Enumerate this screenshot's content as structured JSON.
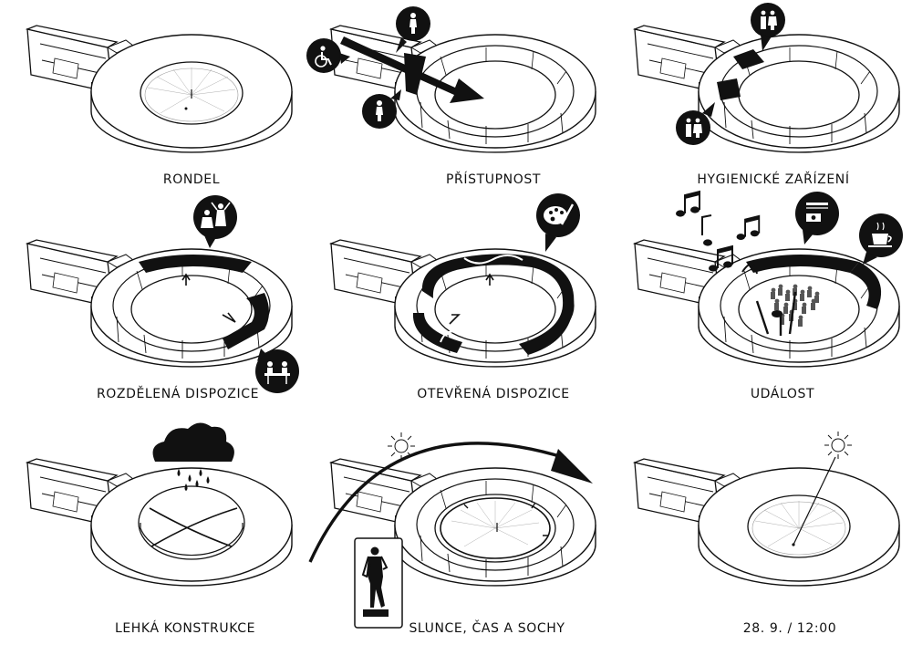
{
  "panels": [
    {
      "id": "rondel",
      "label": "RONDEL",
      "icons": []
    },
    {
      "id": "pristupnost",
      "label": "PŘÍSTUPNOST",
      "icons": [
        "wheelchair-icon",
        "pedestrian-icon"
      ]
    },
    {
      "id": "hygienicke",
      "label": "HYGIENICKÉ ZAŘÍZENÍ",
      "icons": [
        "restroom-icon"
      ]
    },
    {
      "id": "rozdelena",
      "label": "ROZDĚLENÁ DISPOZICE",
      "icons": [
        "workshop-icon",
        "meeting-icon"
      ]
    },
    {
      "id": "otevrena",
      "label": "OTEVŘENÁ DISPOZICE",
      "icons": [
        "palette-icon"
      ]
    },
    {
      "id": "udalost",
      "label": "UDÁLOST",
      "icons": [
        "music-note-icon",
        "projector-icon",
        "coffee-icon",
        "crowd-icon"
      ]
    },
    {
      "id": "lehka",
      "label": "LEHKÁ KONSTRUKCE",
      "icons": [
        "rain-cloud-icon"
      ]
    },
    {
      "id": "slunce",
      "label": "SLUNCE, ČAS A SOCHY",
      "icons": [
        "sun-icon",
        "statue-icon"
      ]
    },
    {
      "id": "datum",
      "label": "28. 9. / 12:00",
      "icons": [
        "sun-icon"
      ]
    }
  ],
  "colors": {
    "ink": "#111111",
    "paper": "#ffffff",
    "light_line": "#9a9a9a"
  }
}
